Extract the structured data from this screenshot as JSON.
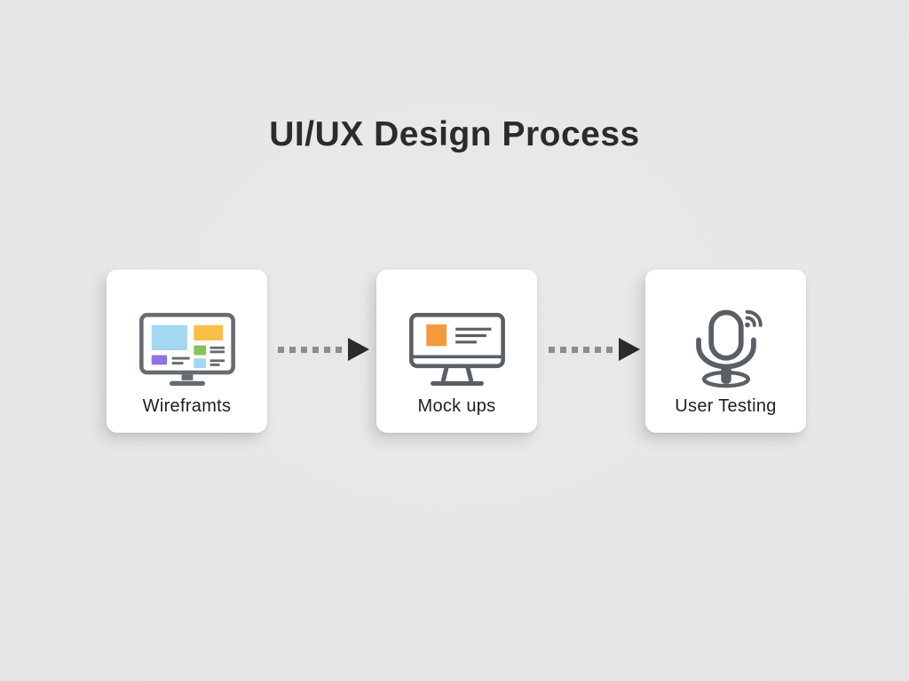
{
  "title": "UI/UX Design Process",
  "steps": [
    {
      "id": "wireframes",
      "label": "Wireframts",
      "icon": "wireframe-monitor-icon"
    },
    {
      "id": "mockups",
      "label": "Mock ups",
      "icon": "mockup-monitor-icon"
    },
    {
      "id": "user-testing",
      "label": "User Testing",
      "icon": "microphone-icon"
    }
  ],
  "colors": {
    "background": "#e5e5e5",
    "card_background": "#ffffff",
    "title_text": "#2b2b2b",
    "label_text": "#1e1e1e",
    "icon_outline": "#666b71",
    "icon_outline_dark": "#5a5f65",
    "arrow_dash": "#8c8c8c",
    "arrow_head": "#2b2b2b",
    "wireframe_blue_large": "#a3d7f2",
    "wireframe_yellow": "#f6c047",
    "wireframe_green": "#82c45e",
    "wireframe_blue_small": "#a3d7f2",
    "wireframe_purple": "#8e74e6",
    "mockup_orange": "#f49a3d"
  }
}
